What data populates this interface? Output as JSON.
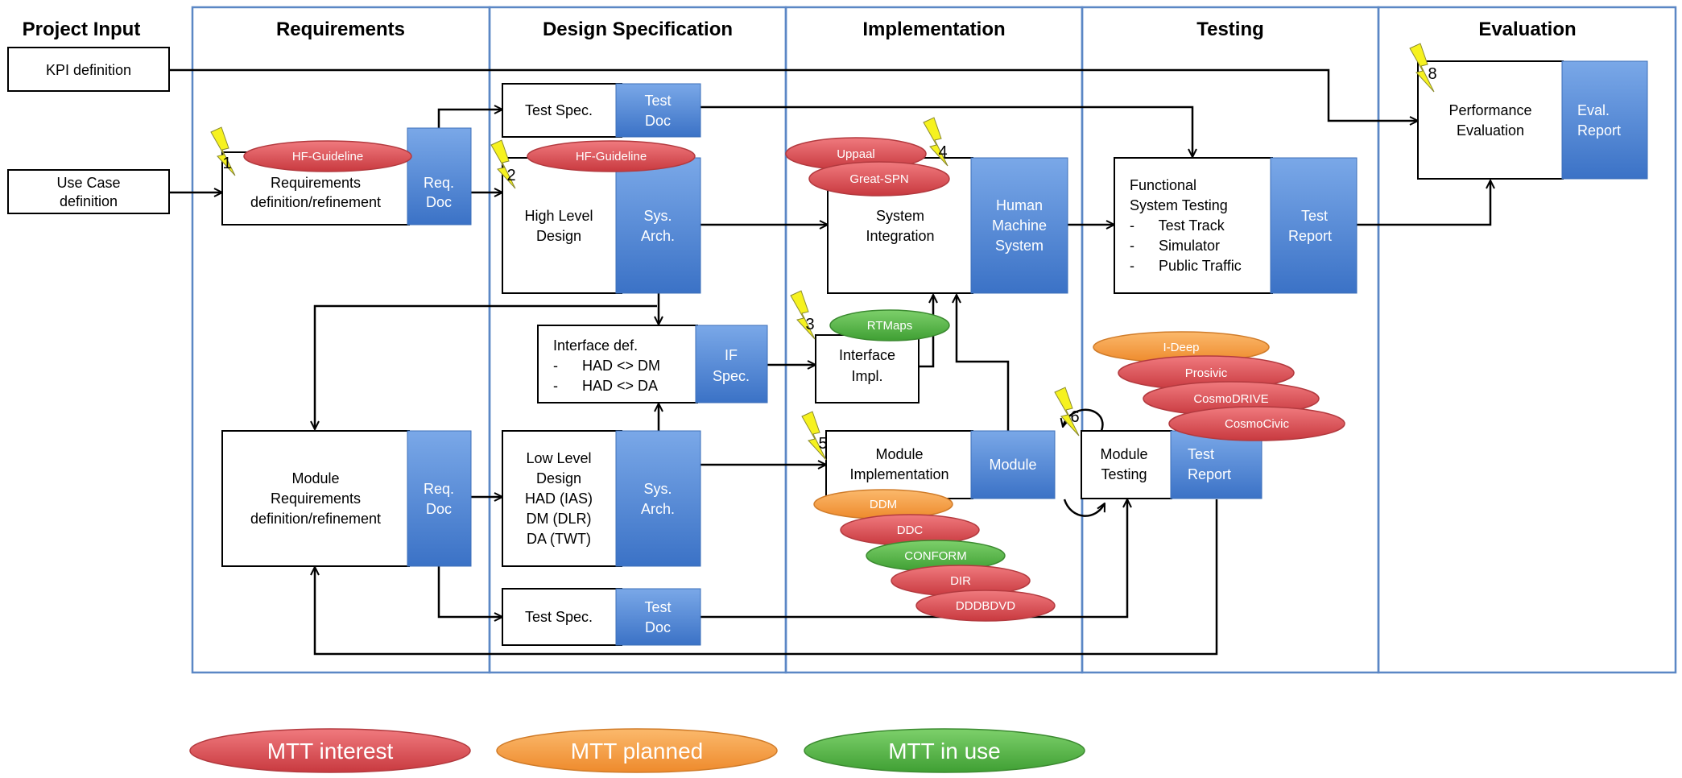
{
  "columns": {
    "project_input": "Project Input",
    "requirements": "Requirements",
    "design_spec": "Design Specification",
    "implementation": "Implementation",
    "testing": "Testing",
    "evaluation": "Evaluation"
  },
  "inputs": {
    "kpi": "KPI definition",
    "use_case": [
      "Use Case",
      "definition"
    ]
  },
  "boxes": {
    "req_def": [
      "Requirements",
      "definition/refinement"
    ],
    "req_doc": [
      "Req.",
      "Doc"
    ],
    "test_spec_top": "Test Spec.",
    "test_doc_top": [
      "Test",
      "Doc"
    ],
    "hld": [
      "High Level",
      "Design"
    ],
    "sys_arch_top": [
      "Sys.",
      "Arch."
    ],
    "interface_def": [
      "Interface def.",
      "-      HAD <> DM",
      "-      HAD <> DA"
    ],
    "if_spec": [
      "IF",
      "Spec."
    ],
    "lld": [
      "Low Level",
      "Design",
      "HAD (IAS)",
      "DM (DLR)",
      "DA (TWT)"
    ],
    "sys_arch_bottom": [
      "Sys.",
      "Arch."
    ],
    "test_spec_bottom": "Test Spec.",
    "test_doc_bottom": [
      "Test",
      "Doc"
    ],
    "module_req": [
      "Module",
      "Requirements",
      "definition/refinement"
    ],
    "module_req_doc": [
      "Req.",
      "Doc"
    ],
    "system_integration": [
      "System",
      "Integration"
    ],
    "hms": [
      "Human",
      "Machine",
      "System"
    ],
    "interface_impl": [
      "Interface",
      "Impl."
    ],
    "module_impl": [
      "Module",
      "Implementation"
    ],
    "module": "Module",
    "functional_testing": [
      "Functional",
      "System Testing",
      "-      Test Track",
      "-      Simulator",
      "-      Public Traffic"
    ],
    "test_report_top": [
      "Test",
      "Report"
    ],
    "module_testing": [
      "Module",
      "Testing"
    ],
    "test_report_module": [
      "Test",
      "Report"
    ],
    "perf_eval": [
      "Performance",
      "Evaluation"
    ],
    "eval_report": [
      "Eval.",
      "Report"
    ]
  },
  "tools": {
    "hf_guideline_1": "HF-Guideline",
    "hf_guideline_2": "HF-Guideline",
    "uppaal": "Uppaal",
    "great_spn": "Great-SPN",
    "rtmaps": "RTMaps",
    "i_deep": "I-Deep",
    "prosivic": "Prosivic",
    "cosmodrive": "CosmoDRIVE",
    "cosmocivic": "CosmoCivic",
    "ddm": "DDM",
    "ddc": "DDC",
    "conform": "CONFORM",
    "dir": "DIR",
    "dddbdvd": "DDDBDVD"
  },
  "markers": [
    "1",
    "2",
    "3",
    "4",
    "5",
    "6",
    "8"
  ],
  "legend": {
    "interest": "MTT interest",
    "planned": "MTT planned",
    "in_use": "MTT in use"
  },
  "colors": {
    "lane_border": "#5b87c5",
    "blue_doc_top": "#6f9fe2",
    "blue_doc_bottom": "#3e76c9",
    "red_tool": "#d9555a",
    "orange_tool": "#f5a04c",
    "green_tool": "#58b84b",
    "bolt_yellow": "#f6f21f"
  }
}
